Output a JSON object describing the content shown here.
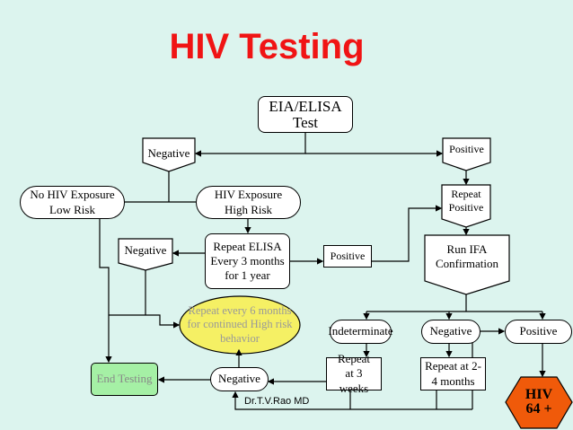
{
  "title": "HIV Testing",
  "nodes": {
    "eia": "EIA/ELISA Test",
    "negative1": "Negative",
    "positive1": "Positive",
    "no_exposure": "No HIV Exposure Low Risk",
    "exposure": "HIV Exposure High Risk",
    "repeat_elisa": "Repeat ELISA Every 3 months for 1 year",
    "negative2": "Negative",
    "positive2": "Positive",
    "repeat_positive": "Repeat Positive",
    "run_ifa": "Run IFA Confirmation",
    "repeat_every": "Repeat every 6 months for continued High risk behavior",
    "indeterminate": "Indeterminate",
    "negative3": "Negative",
    "positive3": "Positive",
    "repeat_3w": "Repeat at 3 weeks",
    "repeat_24m": "Repeat at 2-4 months",
    "negative4": "Negative",
    "end_testing": "End Testing",
    "hiv_logo": "HIV 64 +"
  },
  "credit": "Dr.T.V.Rao MD",
  "colors": {
    "background": "#dcf4ee",
    "title": "#f01414",
    "ellipse": "#f5f064",
    "end": "#a5f0a5",
    "hiv": "#f05a0a"
  }
}
